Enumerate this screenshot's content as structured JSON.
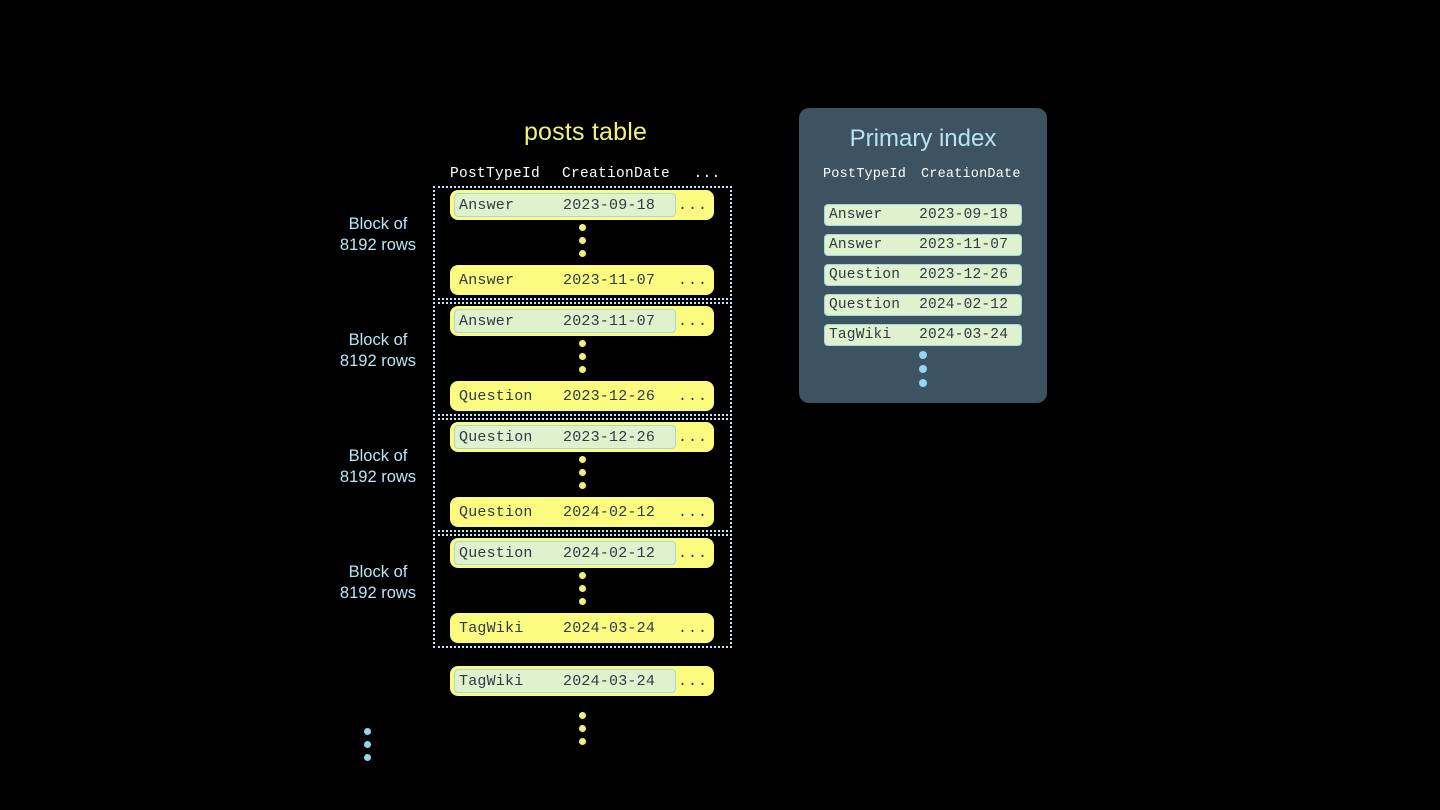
{
  "colors": {
    "background": "#000000",
    "row_yellow": "#fbfb7f",
    "highlight_green": "#ddf2cd",
    "highlight_border": "#a9d4e4",
    "panel_slate": "#3d5362",
    "accent_blue": "#b7e3f2",
    "title_yellow": "#f2f27a",
    "text_dark": "#2d3b47",
    "dot_yellow": "#f2f27a",
    "dot_blue": "#8fd8ef"
  },
  "posts_table": {
    "title": "posts table",
    "columns": [
      "PostTypeId",
      "CreationDate",
      "..."
    ],
    "block_label": "Block of\n8192 rows",
    "block_label_line1": "Block of",
    "block_label_line2": "8192 rows",
    "ellipsis": "...",
    "blocks": [
      {
        "label_line1": "Block of",
        "label_line2": "8192 rows",
        "first_row": {
          "post_type_id": "Answer",
          "creation_date": "2023-09-18",
          "rest": "...",
          "highlighted": true
        },
        "last_row": {
          "post_type_id": "Answer",
          "creation_date": "2023-11-07",
          "rest": "...",
          "highlighted": false
        }
      },
      {
        "label_line1": "Block of",
        "label_line2": "8192 rows",
        "first_row": {
          "post_type_id": "Answer",
          "creation_date": "2023-11-07",
          "rest": "...",
          "highlighted": true
        },
        "last_row": {
          "post_type_id": "Question",
          "creation_date": "2023-12-26",
          "rest": "...",
          "highlighted": false
        }
      },
      {
        "label_line1": "Block of",
        "label_line2": "8192 rows",
        "first_row": {
          "post_type_id": "Question",
          "creation_date": "2023-12-26",
          "rest": "...",
          "highlighted": true
        },
        "last_row": {
          "post_type_id": "Question",
          "creation_date": "2024-02-12",
          "rest": "...",
          "highlighted": false
        }
      },
      {
        "label_line1": "Block of",
        "label_line2": "8192 rows",
        "first_row": {
          "post_type_id": "Question",
          "creation_date": "2024-02-12",
          "rest": "...",
          "highlighted": true
        },
        "last_row": {
          "post_type_id": "TagWiki",
          "creation_date": "2024-03-24",
          "rest": "...",
          "highlighted": false
        }
      }
    ],
    "trailing_row": {
      "post_type_id": "TagWiki",
      "creation_date": "2024-03-24",
      "rest": "...",
      "highlighted": true
    }
  },
  "primary_index": {
    "title": "Primary index",
    "columns": [
      "PostTypeId",
      "CreationDate"
    ],
    "rows": [
      {
        "post_type_id": "Answer",
        "creation_date": "2023-09-18"
      },
      {
        "post_type_id": "Answer",
        "creation_date": "2023-11-07"
      },
      {
        "post_type_id": "Question",
        "creation_date": "2023-12-26"
      },
      {
        "post_type_id": "Question",
        "creation_date": "2024-02-12"
      },
      {
        "post_type_id": "TagWiki",
        "creation_date": "2024-03-24"
      }
    ]
  }
}
